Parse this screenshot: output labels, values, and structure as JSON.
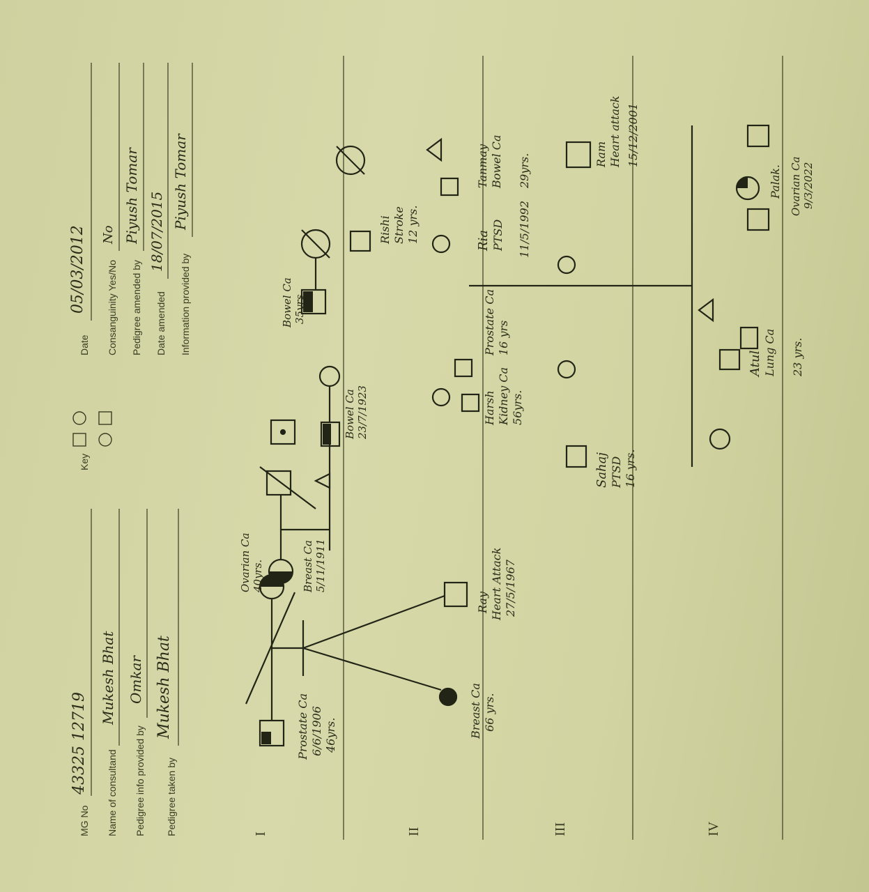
{
  "form": {
    "mrn_label": "MG No",
    "mrn_value": "43325 12719",
    "consultand_label": "Name of consultand",
    "consultand_value": "Mukesh Bhat",
    "info_label": "Pedigree info provided by",
    "info_value": "Omkar",
    "taken_label": "Pedigree taken by",
    "taken_value": "Mukesh Bhat",
    "key_label": "Key",
    "date_label": "Date",
    "date_value": "05/03/2012",
    "consanguinity_label": "Consanguinity Yes/No",
    "consanguinity_value": "No",
    "amended_by_label": "Pedigree amended by",
    "amended_by_value": "Piyush Tomar",
    "date_amended_label": "Date amended",
    "date_amended_value": "18/07/2015",
    "info_provided_label": "Information provided by",
    "info_provided_value": "Piyush Tomar"
  },
  "generations": [
    "I",
    "II",
    "III",
    "IV"
  ],
  "annotations": {
    "g1_left_male": "Prostate Ca",
    "g1_left_male_date": "6/6/1906",
    "g1_left_male_age": "46yrs.",
    "g2_left_female": "Breast Ca",
    "g2_left_female_age": "66 yrs.",
    "g2_ray": "Ray",
    "g2_ray_cause": "Heart Attack",
    "g2_ray_date": "27/5/1967",
    "g1_mid_female": "Ovarian Ca",
    "g1_mid_female_age": "40yrs.",
    "g1_mid_male": "Breast Ca",
    "g1_mid_male_date": "5/11/1911",
    "g1_right_male": "Bowel Ca",
    "g1_right_male_age": "35yrs",
    "g2_mid_male": "Bowel Ca",
    "g2_mid_male_date": "23/7/1923",
    "g3_harsh": "Harsh",
    "g3_harsh_cause": "Kidney Ca",
    "g3_harsh_age": "56yrs.",
    "g3_prostate": "Prostate Ca",
    "g3_prostate_age": "16 yrs",
    "g2_rishi": "Rishi",
    "g2_rishi_cause": "Stroke",
    "g2_rishi_age": "12 yrs.",
    "g3_ria": "Ria",
    "g3_ria_cause": "PTSD",
    "g3_ria_date": "11/5/1992",
    "g3_tanmay": "Tanmay",
    "g3_tanmay_cause": "Bowel Ca",
    "g3_tanmay_age": "29yrs.",
    "g3_sahaj": "Sahaj",
    "g3_sahaj_cause": "PTSD",
    "g3_sahaj_age": "16 yrs.",
    "g4_atul": "Atul",
    "g4_atul_cause": "Lung Ca",
    "g4_atul_age": "23 yrs.",
    "g3_ram": "Ram",
    "g3_ram_cause": "Heart attack",
    "g3_ram_date": "15/12/2001",
    "g4_palak": "Palak.",
    "g4_palak_cause": "Ovarian Ca",
    "g4_palak_date": "9/3/2022"
  }
}
